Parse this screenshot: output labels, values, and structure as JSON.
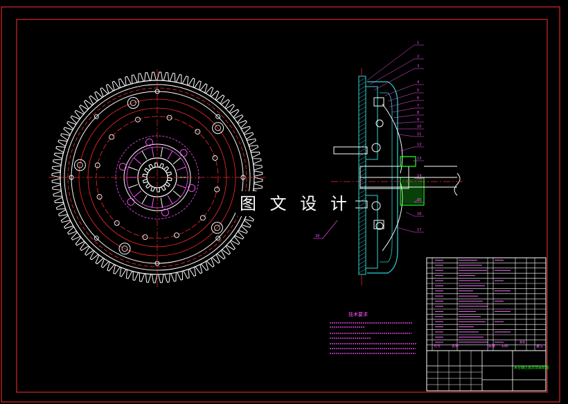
{
  "watermark": "图 文 设 计",
  "tech_notes": {
    "title": "技术要求"
  },
  "colors": {
    "background": "#000000",
    "frame": "#ff3030",
    "white_line": "#ffffff",
    "red_line": "#ff2a2a",
    "magenta_line": "#ff55ff",
    "cyan_part": "#2fd6d6",
    "green_part": "#22ff22",
    "title_block_text": "#ff66ff"
  },
  "drawing": {
    "gear_teeth_count": 96,
    "spline_teeth_count": 14,
    "callouts": [
      "1",
      "2",
      "3",
      "4",
      "5",
      "6",
      "7",
      "8",
      "9",
      "10",
      "11",
      "12",
      "13",
      "14",
      "15",
      "16",
      "17",
      "18"
    ]
  },
  "title_block": {
    "table_title": "离合器压盘总成装配图",
    "col_headers": [
      "代号",
      "名称",
      "数量",
      "材料",
      "重量",
      "备注"
    ]
  },
  "icons": [
    "gear-front-view-icon",
    "clutch-section-view-icon"
  ]
}
